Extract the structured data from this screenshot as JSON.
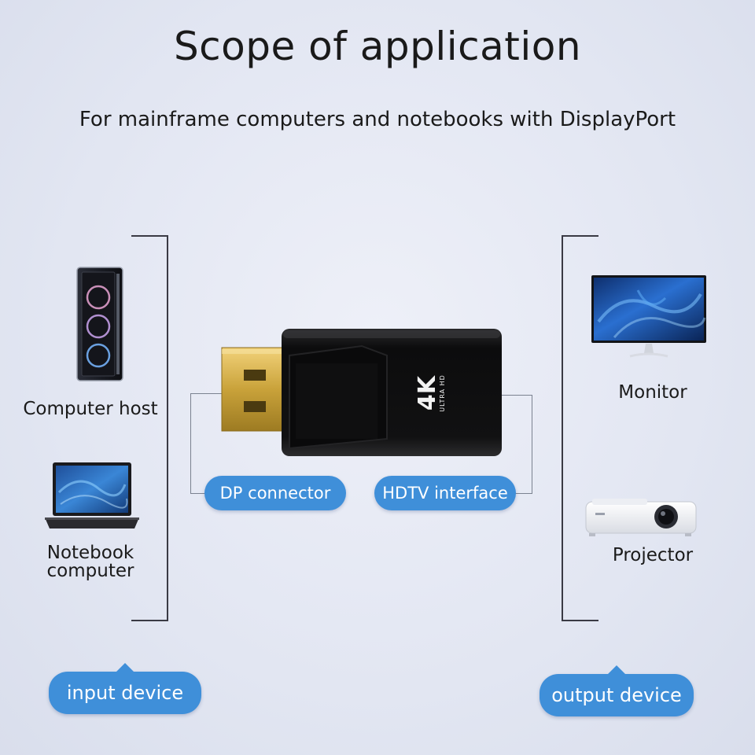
{
  "header": {
    "title": "Scope of application",
    "subtitle": "For mainframe computers and notebooks with DisplayPort"
  },
  "input_devices": {
    "computer_host": "Computer host",
    "notebook_line1": "Notebook",
    "notebook_line2": "computer",
    "badge": "input device"
  },
  "output_devices": {
    "monitor": "Monitor",
    "projector": "Projector",
    "badge": "output device"
  },
  "adapter": {
    "dp_label": "DP connector",
    "hdtv_label": "HDTV interface",
    "badge_main": "4K",
    "badge_sub": "ULTRA HD"
  },
  "colors": {
    "accent": "#3f8fd9",
    "background": "#e4e8f3",
    "adapter_body": "#111111",
    "connector_gold": "#c9a23a"
  }
}
